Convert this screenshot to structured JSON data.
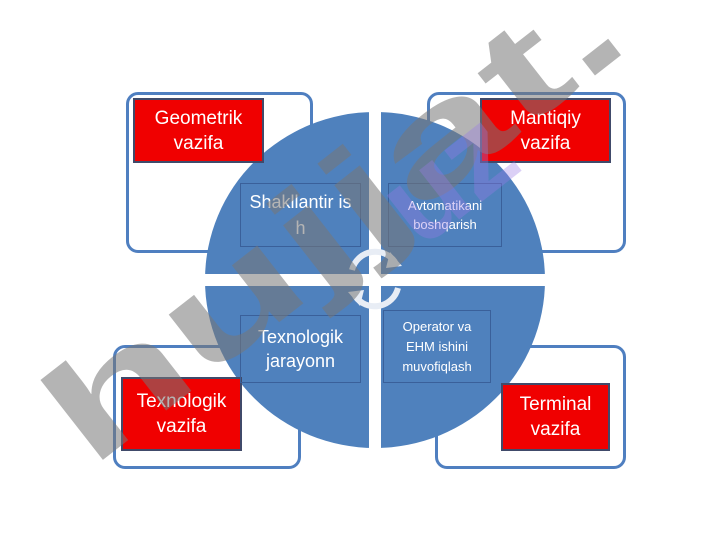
{
  "outer_tasks": [
    {
      "label": "Geometrik vazifa"
    },
    {
      "label": "Mantiqiy vazifa"
    },
    {
      "label": "Texnologik vazifa"
    },
    {
      "label": "Terminal vazifa"
    }
  ],
  "inner_functions": [
    {
      "label": "Shakllantir ish"
    },
    {
      "label": "Avtomatikani boshqarish"
    },
    {
      "label": "Texnologik jarayonn"
    },
    {
      "label": "Operator va EHM ishini muvofiqlash"
    }
  ],
  "watermark": "hujjat.uz",
  "colors": {
    "circle": "#4f81bd",
    "red_box": "#f00000",
    "frame": "#4f7fc0"
  }
}
